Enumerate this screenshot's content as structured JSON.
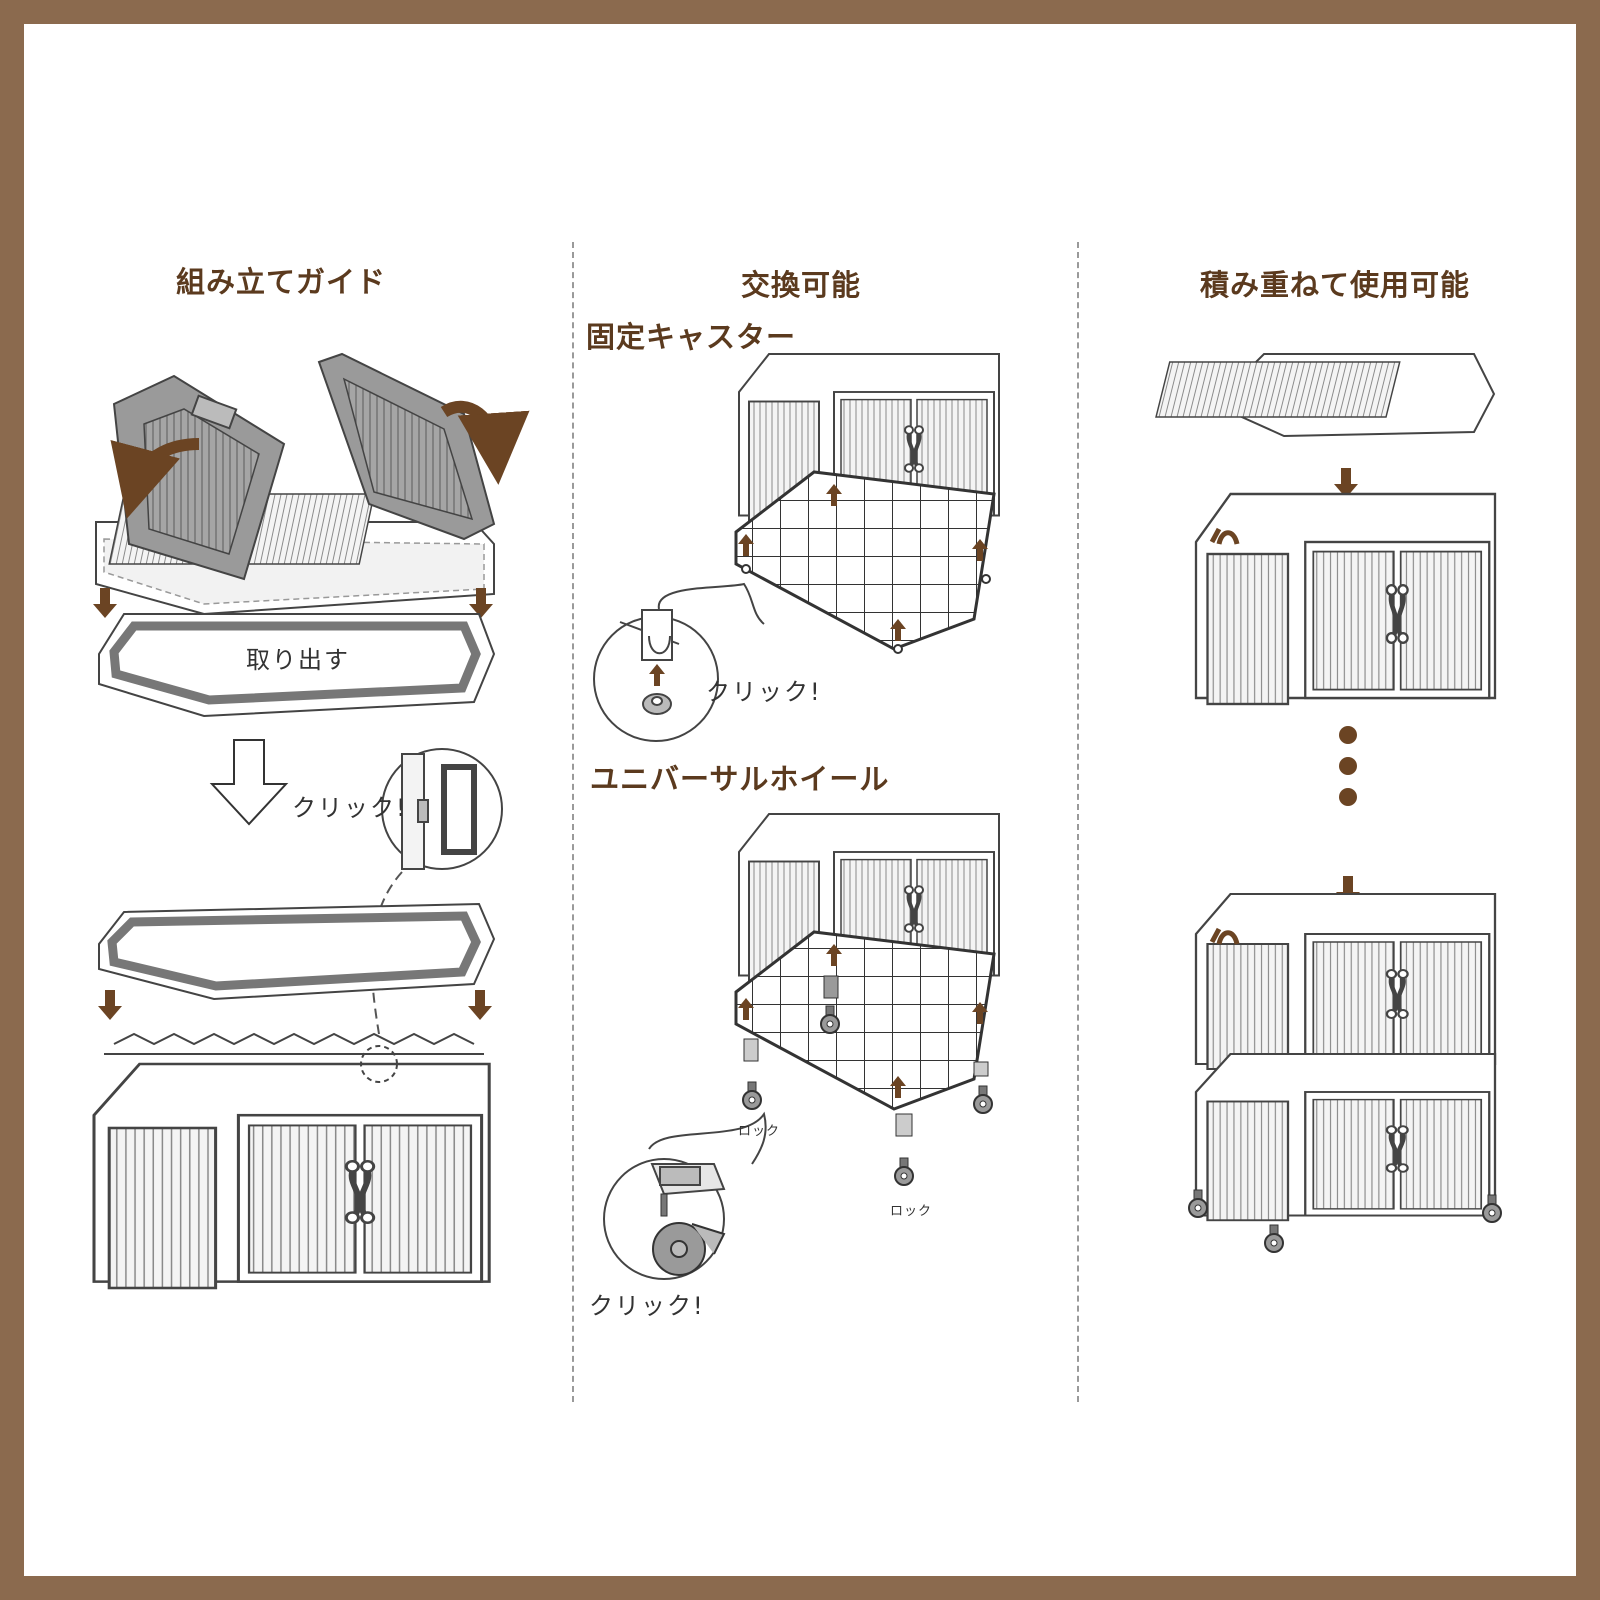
{
  "columns": {
    "assembly": {
      "title": "組み立てガイド",
      "remove_label": "取り出す",
      "click_label": "クリック!"
    },
    "replace": {
      "title": "交換可能",
      "fixed_caster": {
        "title": "固定キャスター",
        "click_label": "クリック!"
      },
      "universal_wheel": {
        "title": "ユニバーサルホイール",
        "click_label": "クリック!",
        "lock_left": "ロック",
        "lock_right": "ロック"
      }
    },
    "stack": {
      "title": "積み重ねて使用可能"
    }
  },
  "colors": {
    "border": "#8b6a4e",
    "accent": "#6b4423",
    "heading": "#5b3a1e",
    "panel_gray": "#9a9a9a"
  }
}
